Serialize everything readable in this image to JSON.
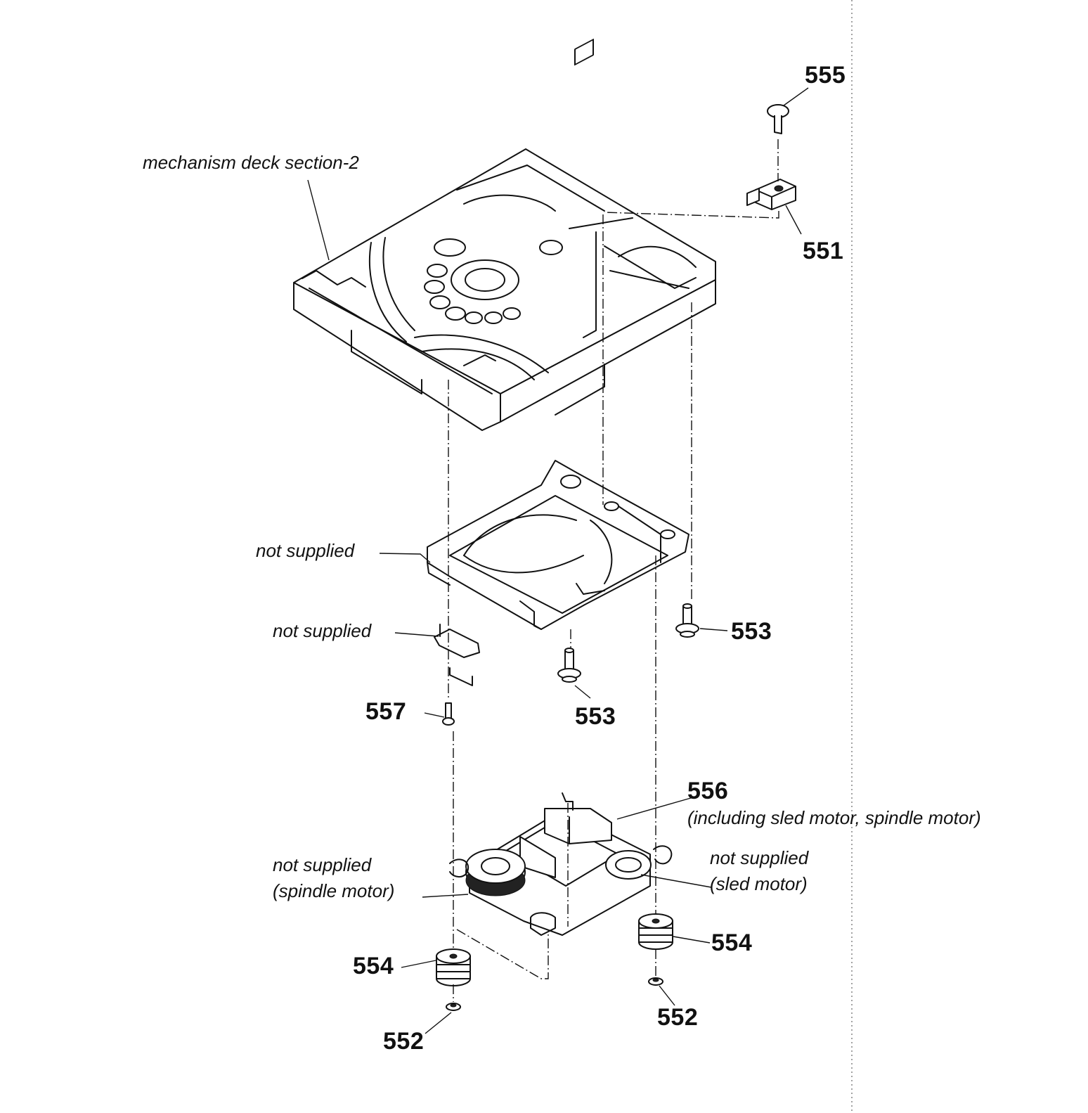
{
  "labels": {
    "deck_section": "mechanism deck section-2",
    "p555": "555",
    "p551": "551",
    "not_supplied_frame": "not supplied",
    "not_supplied_bracket": "not supplied",
    "p553_right": "553",
    "p553_center": "553",
    "p557": "557",
    "p556": "556",
    "p556_note": "(including sled motor, spindle motor)",
    "not_supplied_spindle": "not supplied",
    "spindle_motor": "(spindle motor)",
    "not_supplied_sled": "not supplied",
    "sled_motor": "(sled motor)",
    "p554_left": "554",
    "p554_right": "554",
    "p552_left": "552",
    "p552_right": "552"
  }
}
